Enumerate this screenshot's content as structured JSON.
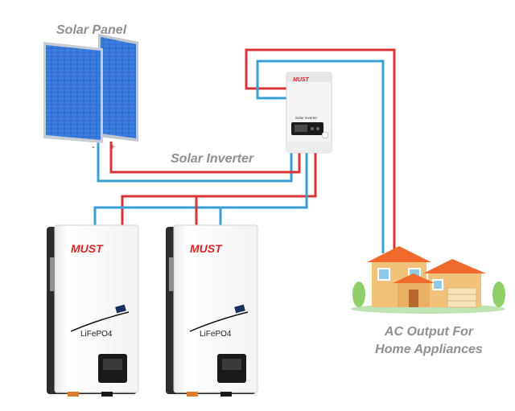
{
  "labels": {
    "solar_panel": "Solar Panel",
    "solar_inverter": "Solar Inverter",
    "ac_output_line1": "AC Output For",
    "ac_output_line2": "Home Appliances"
  },
  "panel_terminals": {
    "negative": "-",
    "positive": "+"
  },
  "inverter": {
    "brand": "MUST",
    "model_label": "Solar Inverter"
  },
  "batteries": [
    {
      "brand": "MUST",
      "chemistry": "LiFePO4"
    },
    {
      "brand": "MUST",
      "chemistry": "LiFePO4"
    }
  ],
  "colors": {
    "wire_red": "#d8353a",
    "wire_blue": "#3aa0d4",
    "panel_blue": "#2a63c8",
    "brand_red": "#d8252b",
    "house_wall": "#f1c27a",
    "house_roof": "#ef6a2c",
    "label_gray": "#8f8f8f"
  }
}
